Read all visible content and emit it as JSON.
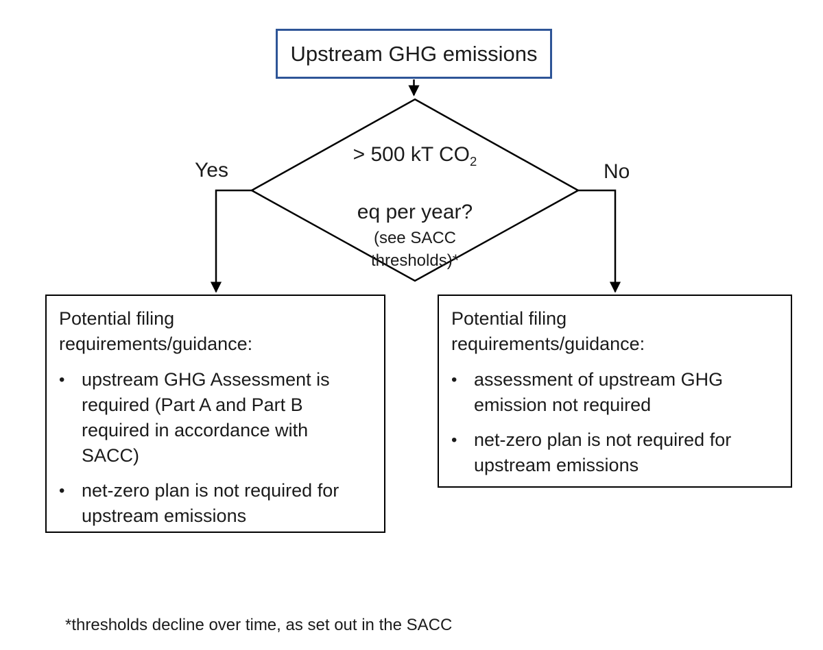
{
  "flowchart": {
    "start": {
      "label": "Upstream GHG emissions"
    },
    "decision": {
      "line1_main": "> 500 kT CO",
      "line1_sub": "2",
      "line2": "eq per year?",
      "note": "(see SACC\nthresholds)*"
    },
    "branches": {
      "yes_label": "Yes",
      "no_label": "No"
    },
    "yes_outcome": {
      "heading": "Potential filing\nrequirements/guidance:",
      "bullets": [
        "upstream GHG Assessment is\nrequired (Part A and Part B\nrequired in accordance with\nSACC)",
        "net-zero plan is not required for\nupstream emissions"
      ]
    },
    "no_outcome": {
      "heading": "Potential filing\nrequirements/guidance:",
      "bullets": [
        "assessment of upstream GHG\nemission not required",
        "net-zero plan is not required for\nupstream emissions"
      ]
    },
    "footnote": "*thresholds decline over time, as set out in the SACC",
    "bullet_char": "•",
    "colors": {
      "start_border": "#2e5597",
      "connector": "#000000",
      "outcome_border": "#000000",
      "text": "#1b1b1b",
      "background": "#ffffff"
    }
  }
}
